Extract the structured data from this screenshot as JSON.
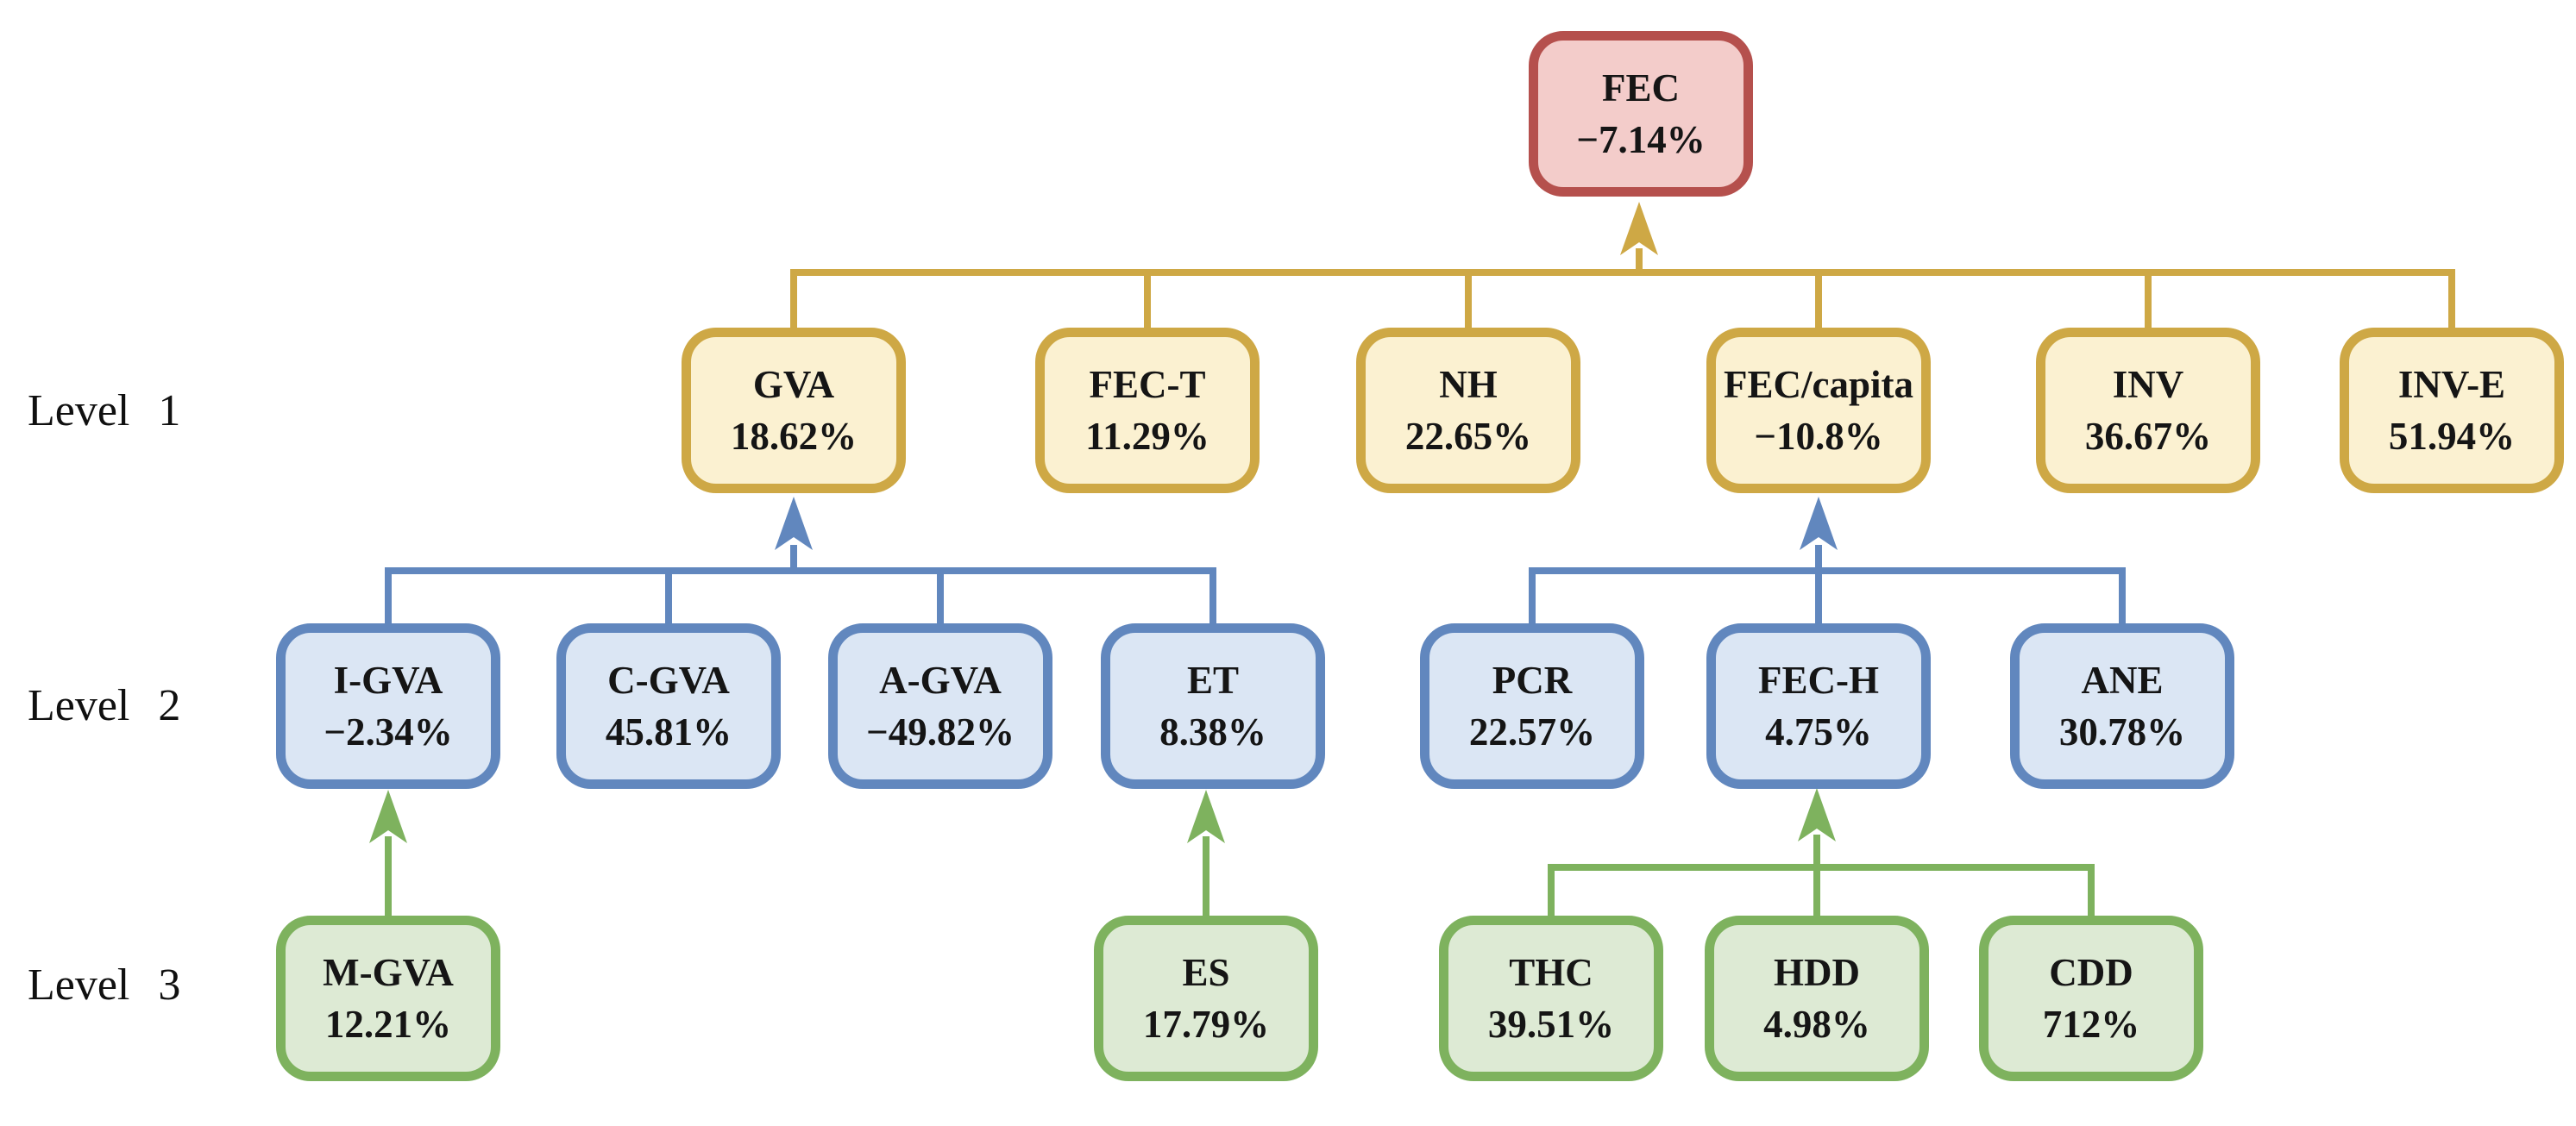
{
  "row_labels": {
    "level1": "Level 1",
    "level2": "Level 2",
    "level3": "Level 3"
  },
  "nodes": {
    "fec": {
      "label": "FEC",
      "value": "−7.14%"
    },
    "gva": {
      "label": "GVA",
      "value": "18.62%"
    },
    "fec_t": {
      "label": "FEC-T",
      "value": "11.29%"
    },
    "nh": {
      "label": "NH",
      "value": "22.65%"
    },
    "fec_capita": {
      "label": "FEC/capita",
      "value": "−10.8%"
    },
    "inv": {
      "label": "INV",
      "value": "36.67%"
    },
    "inv_e": {
      "label": "INV-E",
      "value": "51.94%"
    },
    "i_gva": {
      "label": "I-GVA",
      "value": "−2.34%"
    },
    "c_gva": {
      "label": "C-GVA",
      "value": "45.81%"
    },
    "a_gva": {
      "label": "A-GVA",
      "value": "−49.82%"
    },
    "et": {
      "label": "ET",
      "value": "8.38%"
    },
    "pcr": {
      "label": "PCR",
      "value": "22.57%"
    },
    "fec_h": {
      "label": "FEC-H",
      "value": "4.75%"
    },
    "ane": {
      "label": "ANE",
      "value": "30.78%"
    },
    "m_gva": {
      "label": "M-GVA",
      "value": "12.21%"
    },
    "es": {
      "label": "ES",
      "value": "17.79%"
    },
    "thc": {
      "label": "THC",
      "value": "39.51%"
    },
    "hdd": {
      "label": "HDD",
      "value": "4.98%"
    },
    "cdd": {
      "label": "CDD",
      "value": "712%"
    }
  },
  "edges": [
    {
      "from": "GVA",
      "to": "FEC",
      "color": "yellow"
    },
    {
      "from": "FEC-T",
      "to": "FEC",
      "color": "yellow"
    },
    {
      "from": "NH",
      "to": "FEC",
      "color": "yellow"
    },
    {
      "from": "FEC/capita",
      "to": "FEC",
      "color": "yellow"
    },
    {
      "from": "INV",
      "to": "FEC",
      "color": "yellow"
    },
    {
      "from": "INV-E",
      "to": "FEC",
      "color": "yellow"
    },
    {
      "from": "I-GVA",
      "to": "GVA",
      "color": "blue"
    },
    {
      "from": "C-GVA",
      "to": "GVA",
      "color": "blue"
    },
    {
      "from": "A-GVA",
      "to": "GVA",
      "color": "blue"
    },
    {
      "from": "ET",
      "to": "GVA",
      "color": "blue"
    },
    {
      "from": "PCR",
      "to": "FEC/capita",
      "color": "blue"
    },
    {
      "from": "FEC-H",
      "to": "FEC/capita",
      "color": "blue"
    },
    {
      "from": "ANE",
      "to": "FEC/capita",
      "color": "blue"
    },
    {
      "from": "M-GVA",
      "to": "I-GVA",
      "color": "green"
    },
    {
      "from": "ES",
      "to": "ET",
      "color": "green"
    },
    {
      "from": "THC",
      "to": "FEC-H",
      "color": "green"
    },
    {
      "from": "HDD",
      "to": "FEC-H",
      "color": "green"
    },
    {
      "from": "CDD",
      "to": "FEC-H",
      "color": "green"
    }
  ],
  "colors": {
    "root_border": "#B5504D",
    "root_fill": "#F3CCCA",
    "l1_border": "#CEA845",
    "l1_fill": "#FBF1D1",
    "l2_border": "#6187BE",
    "l2_fill": "#DBE6F4",
    "l3_border": "#7EB25E",
    "l3_fill": "#DDEAD4",
    "text": "#151515"
  }
}
